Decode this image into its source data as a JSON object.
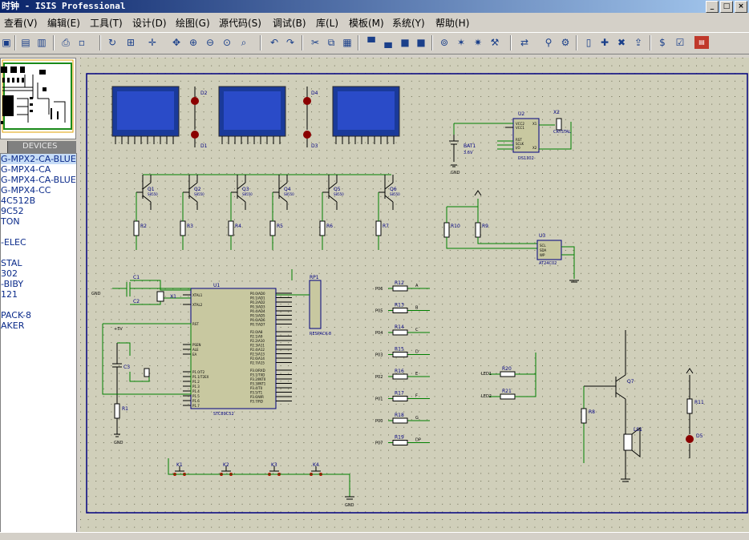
{
  "window": {
    "title": "时钟 - ISIS Professional"
  },
  "menu": [
    "查看(V)",
    "编辑(E)",
    "工具(T)",
    "设计(D)",
    "绘图(G)",
    "源代码(S)",
    "调试(B)",
    "库(L)",
    "模板(M)",
    "系统(Y)",
    "帮助(H)"
  ],
  "devices": {
    "header": "DEVICES",
    "items": [
      "G-MPX2-CA-BLUE",
      "G-MPX4-CA",
      "G-MPX4-CA-BLUE",
      "G-MPX4-CC",
      "4C512B",
      "9C52",
      "TON",
      "",
      "-ELEC",
      "",
      "STAL",
      "302",
      "-BIBY",
      "121",
      "",
      "PACK-8",
      "AKER"
    ],
    "selected": 0
  },
  "schematic": {
    "colors": {
      "wire": "#008000",
      "component": "#000080",
      "pin": "#8b0000",
      "body": "#c8c8a0",
      "border": "#000080"
    },
    "lcds": [
      "",
      "",
      ""
    ],
    "leds_top": [
      "D2",
      "D1",
      "D4",
      "D3"
    ],
    "transistors": [
      "Q1",
      "Q2",
      "Q3",
      "Q4",
      "Q5",
      "Q6"
    ],
    "transistor_model": "S8550",
    "resistors_row": [
      "R2",
      "R3",
      "R4",
      "R5",
      "R6",
      "R7"
    ],
    "u2": {
      "ref": "U2",
      "model": "DS1302",
      "pins_left": [
        "VCC2",
        "VCC1",
        "RST",
        "SCLK",
        "I/O"
      ],
      "pins_right": [
        "X1",
        "X2"
      ]
    },
    "x2": {
      "ref": "X2",
      "model": "CRYSTAL"
    },
    "bat": {
      "ref": "BAT1",
      "val": "3.6V"
    },
    "u3": {
      "ref": "U3",
      "model": "AT24C02",
      "pins": [
        "SCL",
        "SDA",
        "WP"
      ]
    },
    "r10": "R10",
    "r9": "R9",
    "u1": {
      "ref": "U1",
      "model": "STC89C52",
      "left_pins": [
        "XTAL1",
        "XTAL2",
        "RST",
        "PSEN",
        "ALE",
        "EA",
        "P1.0/T2",
        "P1.1/T2EX",
        "P1.2",
        "P1.3",
        "P1.4",
        "P1.5",
        "P1.6",
        "P1.7"
      ],
      "right_pins": [
        "P0.0/AD0",
        "P0.1/AD1",
        "P0.2/AD2",
        "P0.3/AD3",
        "P0.4/AD4",
        "P0.5/AD5",
        "P0.6/AD6",
        "P0.7/AD7",
        "P2.0/A8",
        "P2.1/A9",
        "P2.2/A10",
        "P2.3/A11",
        "P2.4/A12",
        "P2.5/A13",
        "P2.6/A14",
        "P2.7/A15",
        "P3.0/RXD",
        "P3.1/TXD",
        "P3.2/INT0",
        "P3.3/INT1",
        "P3.4/T0",
        "P3.5/T1",
        "P3.6/WR",
        "P3.7/RD"
      ]
    },
    "rp1": {
      "ref": "RP1",
      "model": "RESPACK-8"
    },
    "c1": "C1",
    "c2": "C2",
    "c3": "C3",
    "x1": "X1",
    "r1": "R1",
    "seg_resistors": [
      {
        "ref": "R12",
        "port": "P06",
        "seg": "A"
      },
      {
        "ref": "R13",
        "port": "P05",
        "seg": "B"
      },
      {
        "ref": "R14",
        "port": "P04",
        "seg": "C"
      },
      {
        "ref": "R15",
        "port": "P03",
        "seg": "D"
      },
      {
        "ref": "R16",
        "port": "P02",
        "seg": "E"
      },
      {
        "ref": "R17",
        "port": "P01",
        "seg": "F"
      },
      {
        "ref": "R18",
        "port": "P00",
        "seg": "G"
      },
      {
        "ref": "R19",
        "port": "P07",
        "seg": "DP"
      }
    ],
    "r20": {
      "ref": "R20",
      "net": "LED1"
    },
    "r21": {
      "ref": "R21",
      "net": "LED2"
    },
    "q7": "Q7",
    "r8": "R8",
    "ls1": "LS1",
    "r11": "R11",
    "d5": "D5",
    "keys": [
      "K1",
      "K2",
      "K3",
      "K4"
    ],
    "power": "+5V",
    "ground": "GND"
  }
}
